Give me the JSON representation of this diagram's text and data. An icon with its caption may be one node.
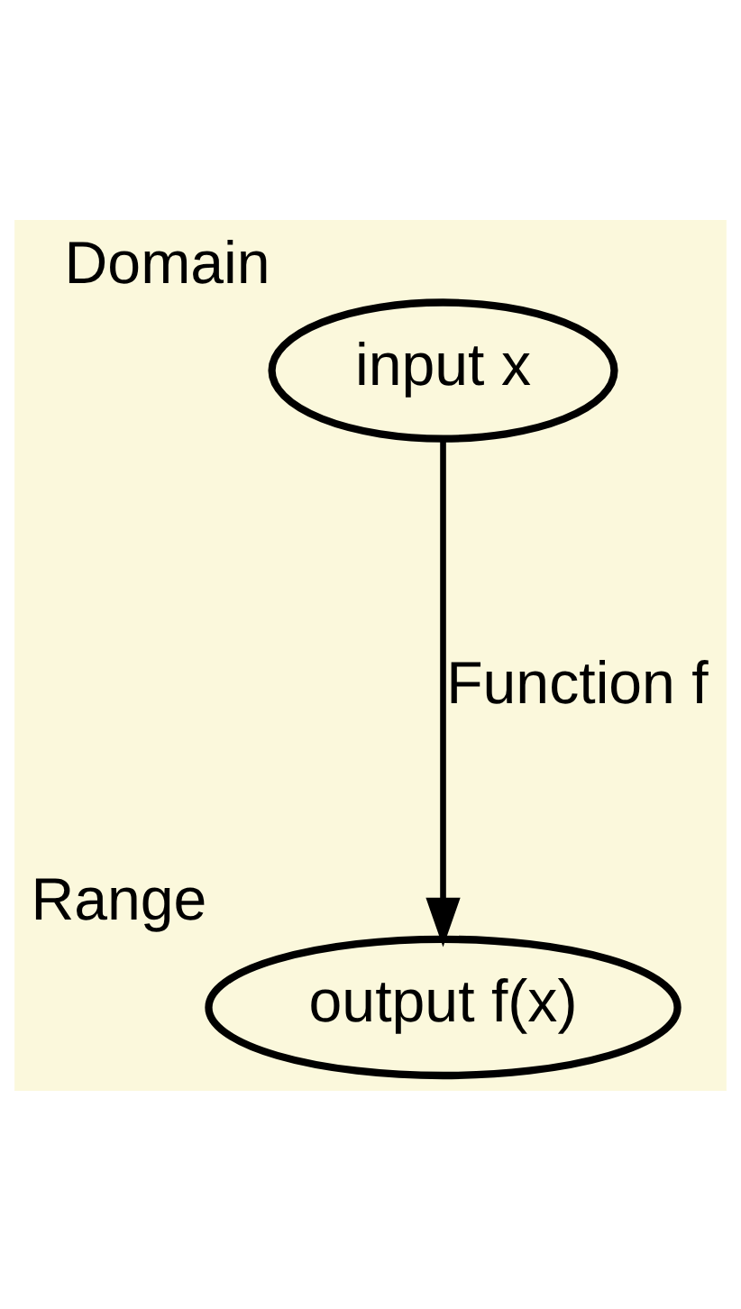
{
  "diagram": {
    "nodes": [
      {
        "text": [
          "Domain",
          "input x"
        ]
      },
      {
        "text": [
          "Range",
          "output f(x)"
        ]
      }
    ],
    "edges": [
      {
        "from": 0,
        "to": 1,
        "arrow": "to",
        "label": "Function f"
      }
    ]
  }
}
